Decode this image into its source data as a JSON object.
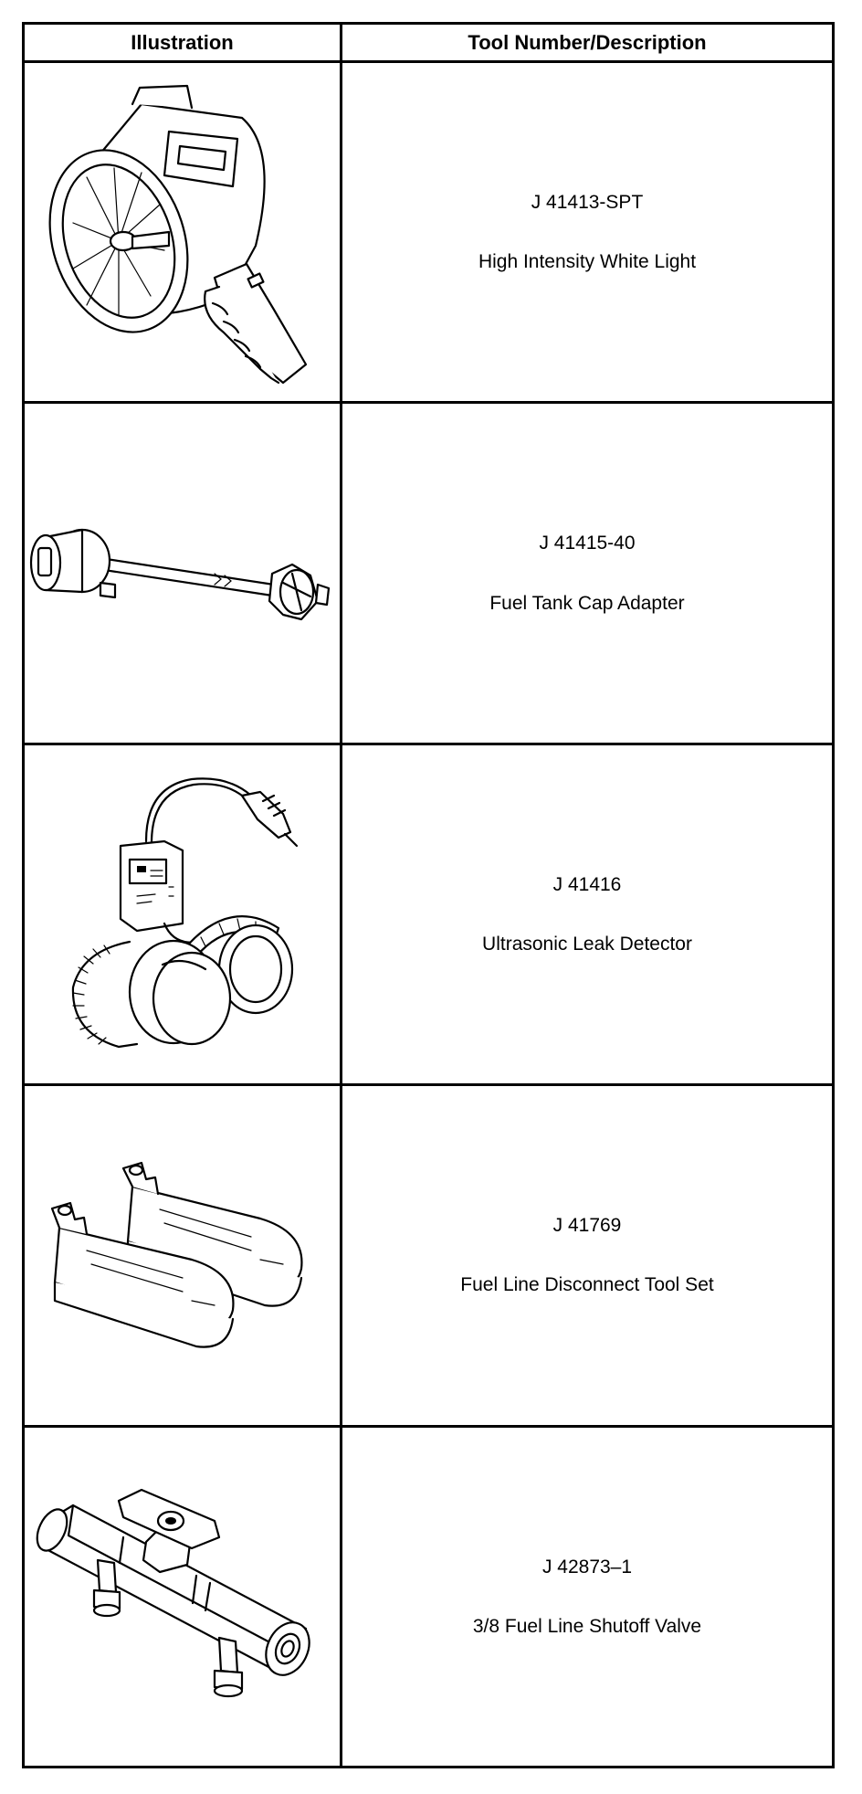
{
  "table": {
    "headers": {
      "illustration": "Illustration",
      "tool": "Tool Number/Description"
    },
    "rows": [
      {
        "number": "J 41413-SPT",
        "description": "High Intensity White Light",
        "icon": "spotlight-icon"
      },
      {
        "number": "J 41415-40",
        "description": "Fuel Tank Cap Adapter",
        "icon": "fuel-tank-cap-adapter-icon"
      },
      {
        "number": "J 41416",
        "description": "Ultrasonic Leak Detector",
        "icon": "ultrasonic-leak-detector-icon"
      },
      {
        "number": "J 41769",
        "description": "Fuel Line Disconnect Tool Set",
        "icon": "fuel-line-disconnect-tools-icon"
      },
      {
        "number": "J 42873–1",
        "description": "3/8 Fuel Line Shutoff Valve",
        "icon": "shutoff-valve-icon"
      }
    ]
  }
}
